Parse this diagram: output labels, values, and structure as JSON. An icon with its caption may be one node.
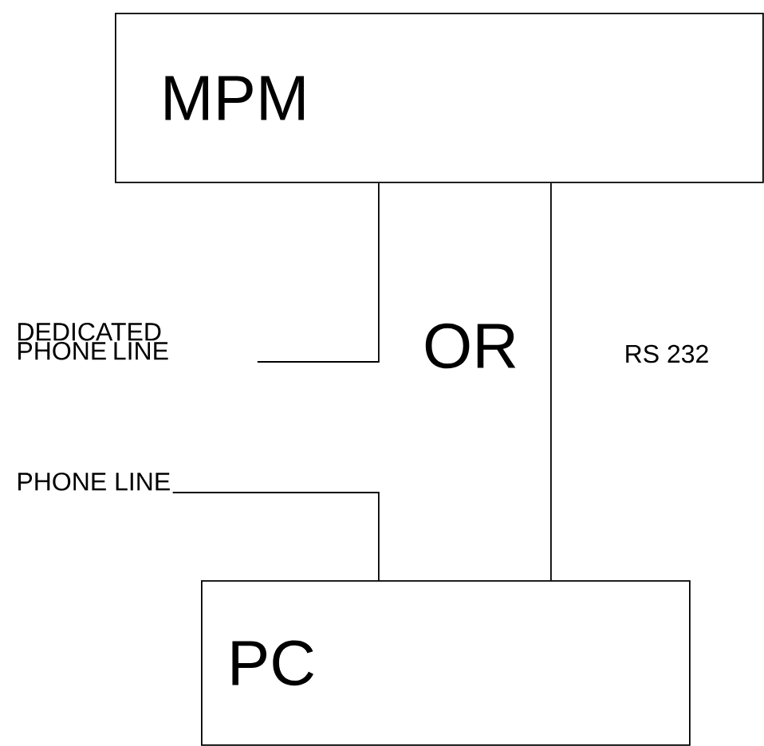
{
  "diagram": {
    "nodes": [
      {
        "text": [
          "MPM"
        ]
      },
      {
        "text": [
          "PC"
        ]
      },
      {
        "text": [
          "DEDICATED PHONE LINE"
        ]
      },
      {
        "text": [
          "PHONE LINE"
        ]
      }
    ],
    "edges": [
      {
        "from": 0,
        "to": 2,
        "arrow": "none"
      },
      {
        "from": 0,
        "to": 1,
        "arrow": "none"
      },
      {
        "from": 3,
        "to": 1,
        "arrow": "none"
      }
    ],
    "labels": [
      "OR",
      "RS 232"
    ]
  }
}
